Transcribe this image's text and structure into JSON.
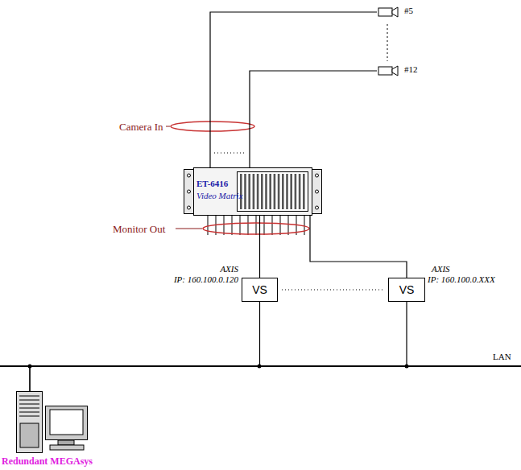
{
  "diagram": {
    "nodes": [
      {
        "text": [
          "#5"
        ]
      },
      {
        "text": [
          "#12"
        ]
      },
      {
        "text": [
          "ET-6416",
          "Video Matrix"
        ]
      },
      {
        "text": [
          "VS"
        ]
      },
      {
        "text": [
          "VS"
        ]
      },
      {
        "text": [
          "Redundant MEGAsys"
        ]
      }
    ],
    "edges": [
      {
        "from": 0,
        "to": 2,
        "arrow": "none"
      },
      {
        "from": 1,
        "to": 2,
        "arrow": "none"
      },
      {
        "from": 2,
        "to": 3,
        "arrow": "none"
      },
      {
        "from": 2,
        "to": 4,
        "arrow": "none"
      },
      {
        "from": 3,
        "to": 5,
        "arrow": "none"
      },
      {
        "from": 4,
        "to": 5,
        "arrow": "none"
      }
    ],
    "labels": [
      "Camera In",
      "Monitor Out",
      "AXIS",
      "IP: 160.100.0.120",
      "AXIS",
      "IP: 160.100.0.XXX",
      "LAN"
    ]
  }
}
